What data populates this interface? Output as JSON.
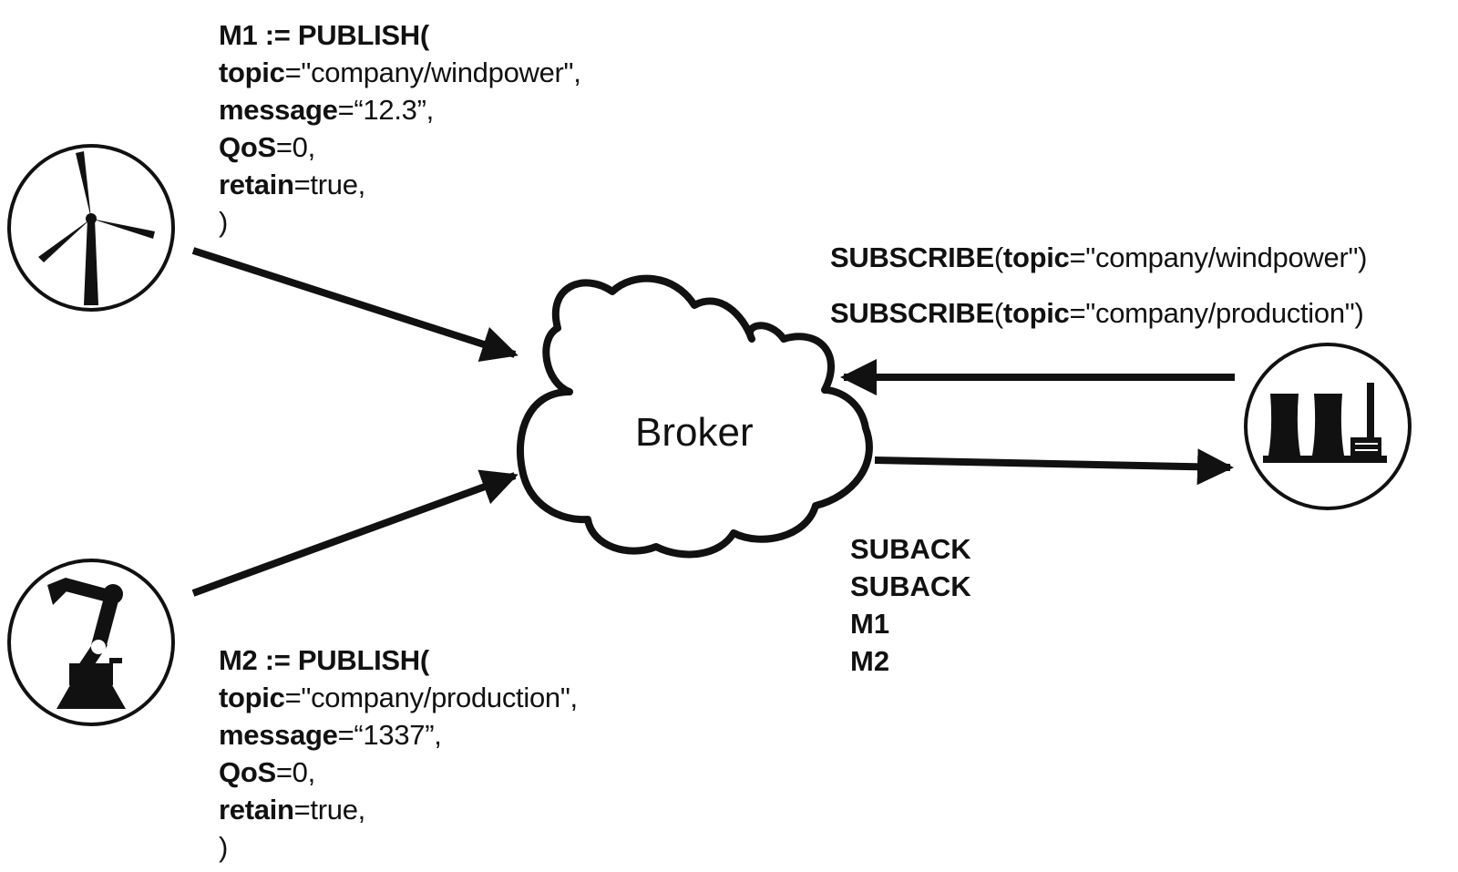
{
  "broker": {
    "label": "Broker"
  },
  "publish_m1": {
    "head": "M1 := PUBLISH(",
    "topic_key": "topic",
    "topic_val": "=\"company/windpower\",",
    "message_key": "message",
    "message_val": "=“12.3”,",
    "qos_key": "QoS",
    "qos_val": "=0,",
    "retain_key": "retain",
    "retain_val": "=true,",
    "close": ")"
  },
  "publish_m2": {
    "head": "M2 := PUBLISH(",
    "topic_key": "topic",
    "topic_val": "=\"company/production\",",
    "message_key": "message",
    "message_val": "=“1337”,",
    "qos_key": "QoS",
    "qos_val": "=0,",
    "retain_key": "retain",
    "retain_val": "=true,",
    "close": ")"
  },
  "subscriptions": [
    {
      "cmd": "SUBSCRIBE",
      "open": "(",
      "key": "topic",
      "val": "=\"company/windpower\")"
    },
    {
      "cmd": "SUBSCRIBE",
      "open": "(",
      "key": "topic",
      "val": "=\"company/production\")"
    }
  ],
  "responses": [
    "SUBACK",
    "SUBACK",
    "M1",
    "M2"
  ],
  "icons": {
    "publisher_1": "wind-turbine-icon",
    "publisher_2": "robot-arm-icon",
    "subscriber": "power-plant-icon",
    "broker": "cloud-icon"
  },
  "colors": {
    "stroke": "#111111",
    "background": "#ffffff"
  }
}
